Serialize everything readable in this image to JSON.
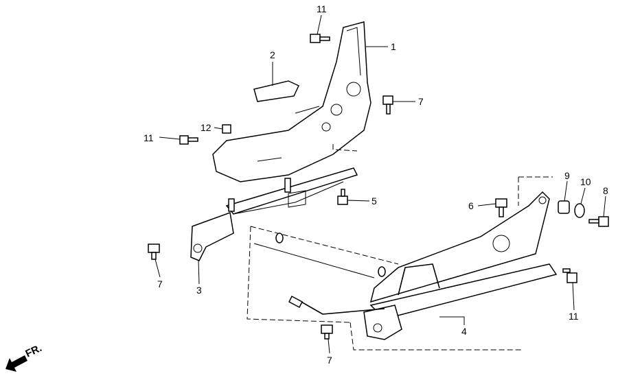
{
  "diagram": {
    "direction_label": "FR.",
    "callouts": [
      {
        "id": "c11a",
        "label": "11"
      },
      {
        "id": "c2",
        "label": "2"
      },
      {
        "id": "c1",
        "label": "1"
      },
      {
        "id": "c7a",
        "label": "7"
      },
      {
        "id": "c12",
        "label": "12"
      },
      {
        "id": "c11b",
        "label": "11"
      },
      {
        "id": "c5",
        "label": "5"
      },
      {
        "id": "c6",
        "label": "6"
      },
      {
        "id": "c9",
        "label": "9"
      },
      {
        "id": "c10",
        "label": "10"
      },
      {
        "id": "c8",
        "label": "8"
      },
      {
        "id": "c7b",
        "label": "7"
      },
      {
        "id": "c3",
        "label": "3"
      },
      {
        "id": "c11c",
        "label": "11"
      },
      {
        "id": "c4",
        "label": "4"
      },
      {
        "id": "c7c",
        "label": "7"
      }
    ]
  }
}
